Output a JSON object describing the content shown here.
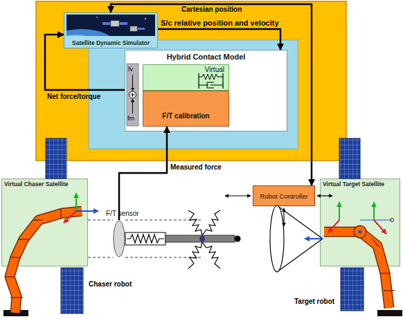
{
  "diagram": {
    "nodes": [
      {
        "text": [
          "Satellite Dynamic Simulator"
        ]
      },
      {
        "text": [
          "Hybrid Contact Model"
        ]
      },
      {
        "text": [
          "Virtual"
        ],
        "in": 1
      },
      {
        "text": [
          "F/T calibration"
        ],
        "in": 1
      },
      {
        "text": [
          "Robot Controller"
        ]
      },
      {
        "text": [
          "Virtual Chaser Satellite"
        ]
      },
      {
        "text": [
          "F/T sensor"
        ]
      },
      {
        "text": [
          "Virtual Target Satellite"
        ]
      }
    ],
    "edges": [
      {
        "from": 4,
        "to": 0,
        "arrow": "both",
        "label": "Cartesian position"
      },
      {
        "from": 0,
        "to": 1,
        "arrow": "to",
        "label": "S/c relative position and velocity"
      },
      {
        "from": 1,
        "to": 0,
        "arrow": "to",
        "label": "Net force/torque"
      },
      {
        "from": 6,
        "to": 3,
        "arrow": "to",
        "label": "Measured force"
      }
    ],
    "labels": [
      "fv",
      "fm",
      "Chaser robot",
      "Target robot"
    ]
  }
}
